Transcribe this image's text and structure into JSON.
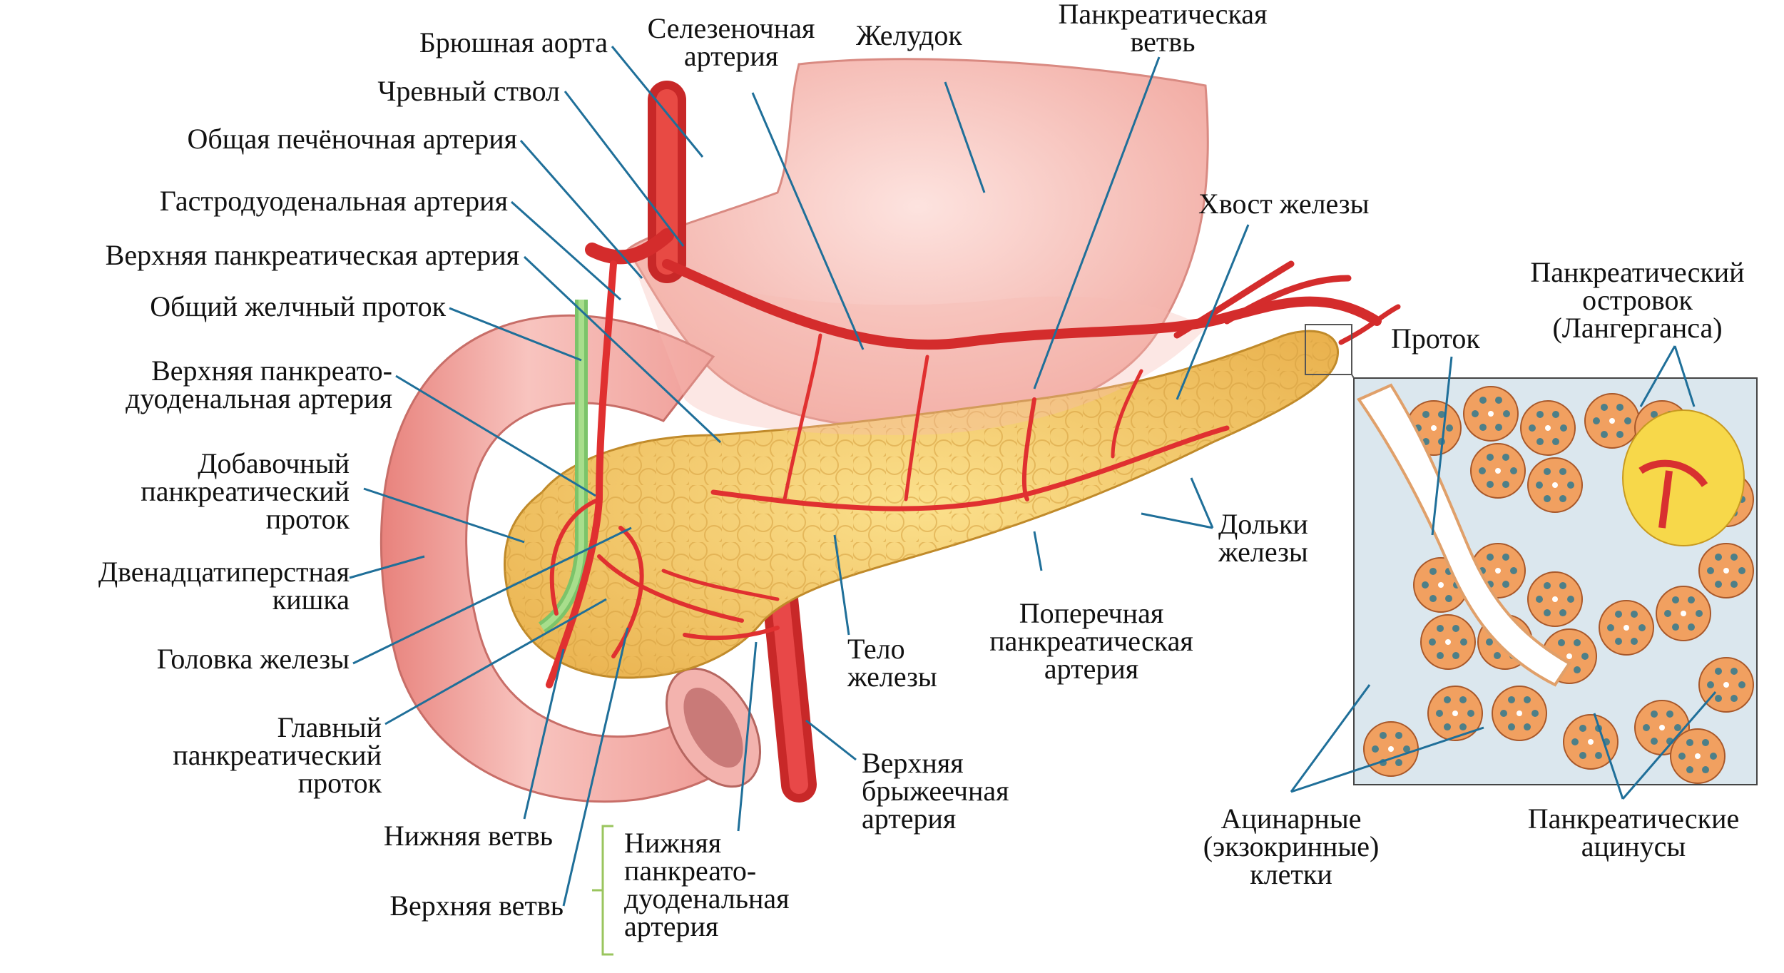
{
  "labels": {
    "abdominal_aorta": "Брюшная аорта",
    "celiac_trunk": "Чревный ствол",
    "common_hepatic_artery": "Общая печёночная артерия",
    "gastroduodenal_artery": "Гастродуоденальная артерия",
    "superior_pancreatic_artery": "Верхняя панкреатическая артерия",
    "common_bile_duct": "Общий желчный проток",
    "sup_pd_artery": [
      "Верхняя панкреато-",
      "дуоденальная артерия"
    ],
    "accessory_duct": [
      "Добавочный",
      "панкреатический",
      "проток"
    ],
    "duodenum": [
      "Двенадцатиперстная",
      "кишка"
    ],
    "head": "Головка железы",
    "main_duct": [
      "Главный",
      "панкреатический",
      "проток"
    ],
    "lower_branch": "Нижняя ветвь",
    "upper_branch": "Верхняя ветвь",
    "inf_pd_artery": [
      "Нижняя",
      "панкреато-",
      "дуоденальная",
      "артерия"
    ],
    "splenic_artery": [
      "Селезеночная",
      "артерия"
    ],
    "stomach": "Желудок",
    "pancreatic_branch": [
      "Панкреатическая",
      "ветвь"
    ],
    "tail": "Хвост железы",
    "lobules": [
      "Дольки",
      "железы"
    ],
    "transverse_artery": [
      "Поперечная",
      "панкреатическая",
      "артерия"
    ],
    "body": [
      "Тело",
      "железы"
    ],
    "sma": [
      "Верхняя",
      "брыжеечная",
      "артерия"
    ],
    "islet": [
      "Панкреатический",
      "островок",
      "(Лангерганса)"
    ],
    "duct": "Проток",
    "acinar_cells": [
      "Ацинарные",
      "(экзокринные)",
      "клетки"
    ],
    "acini": [
      "Панкреатические",
      "ацинусы"
    ]
  },
  "colors": {
    "artery": "#e03030",
    "gland": "#f2c35a",
    "gland_outline": "#c08a2a",
    "duodenum": "#f3a6a0",
    "stomach": "#f7c3bc",
    "leader": "#1f6f99",
    "bracket": "#9ac55e",
    "cell": "#f1a060",
    "stroma": "#d8e6ee"
  }
}
